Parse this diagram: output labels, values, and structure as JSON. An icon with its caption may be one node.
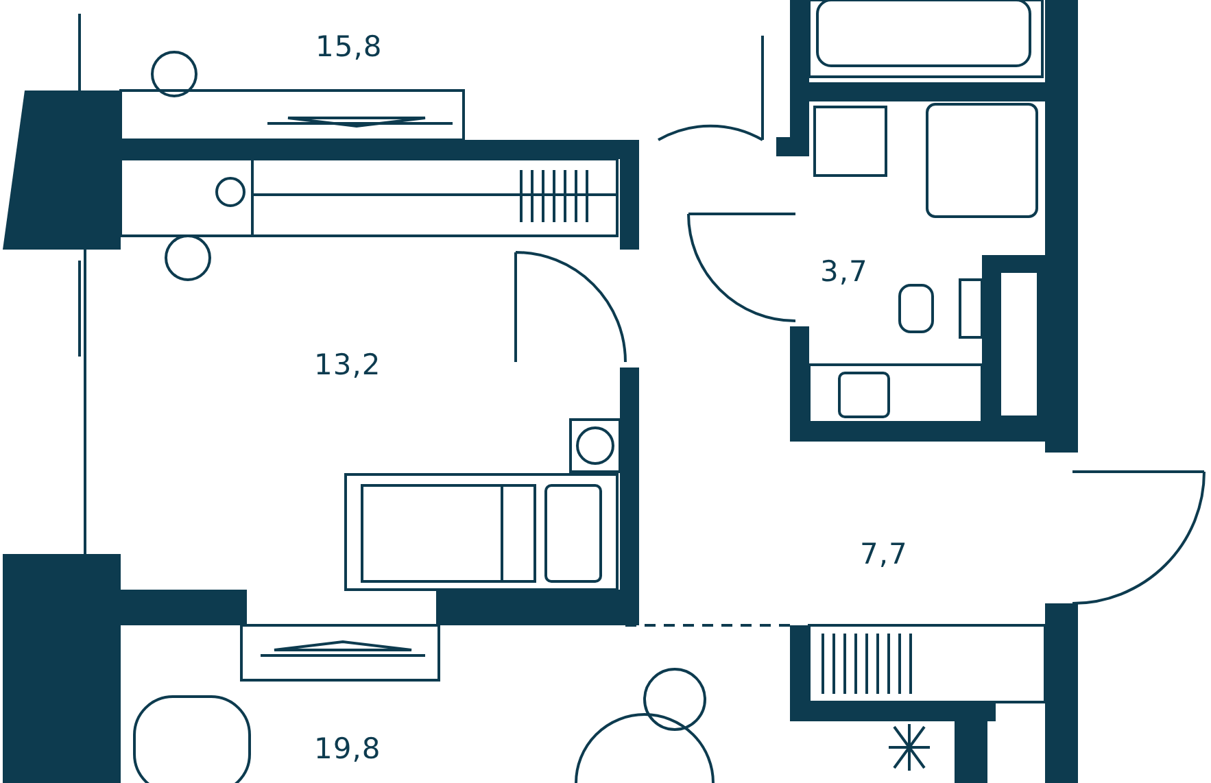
{
  "diagram": {
    "labels": [
      "15,8",
      "3,7",
      "13,2",
      "7,7",
      "19,8"
    ]
  }
}
